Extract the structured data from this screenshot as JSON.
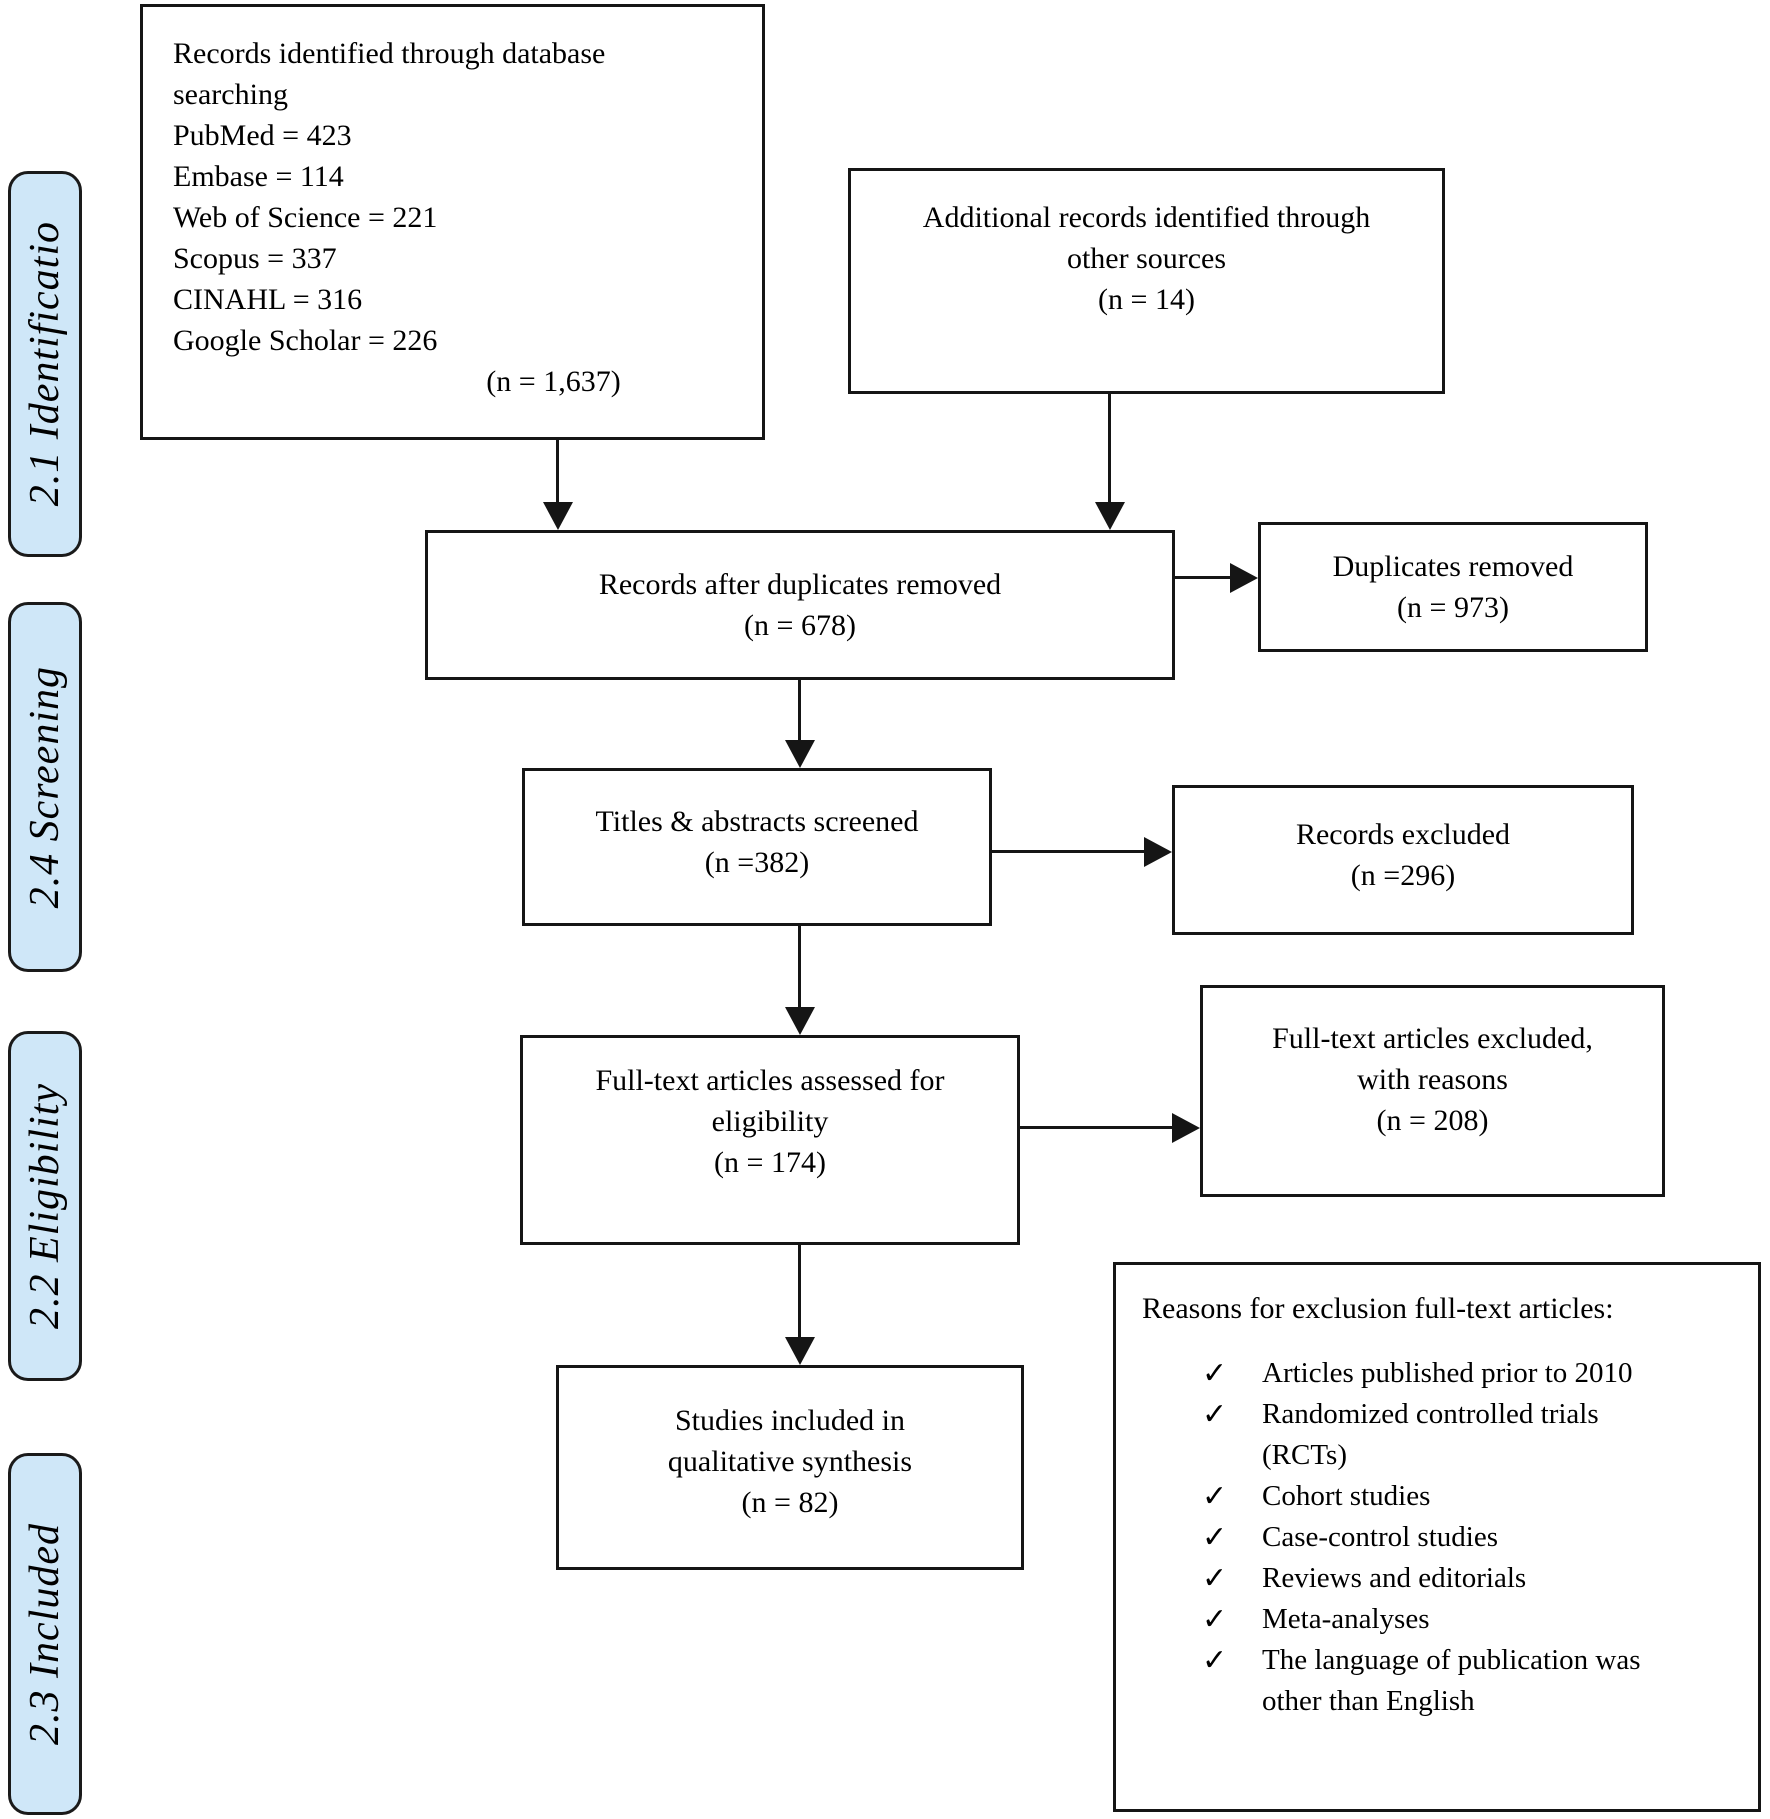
{
  "stages": [
    {
      "label": "2.1 Identificatio"
    },
    {
      "label": "2.4 Screening"
    },
    {
      "label": "2.2 Eligibility"
    },
    {
      "label": "2.3 Included"
    }
  ],
  "boxes": {
    "identified": {
      "title_lines": [
        "Records identified through database",
        "searching"
      ],
      "sources": [
        "PubMed = 423",
        "Embase = 114",
        "Web of Science = 221",
        "Scopus = 337",
        "CINAHL = 316",
        "Google Scholar = 226"
      ],
      "total": "(n = 1,637)"
    },
    "additional": {
      "lines": [
        "Additional records identified through",
        "other sources"
      ],
      "n": "(n = 14)"
    },
    "after_duplicates": {
      "lines": [
        "Records after duplicates removed"
      ],
      "n": "(n = 678)"
    },
    "duplicates_removed": {
      "lines": [
        "Duplicates removed"
      ],
      "n": "(n = 973)"
    },
    "titles_screened": {
      "lines": [
        "Titles & abstracts screened"
      ],
      "n": "(n =382)"
    },
    "records_excluded": {
      "lines": [
        "Records excluded"
      ],
      "n": "(n =296)"
    },
    "fulltext_assessed": {
      "lines": [
        "Full-text articles assessed for",
        "eligibility"
      ],
      "n": "(n = 174)"
    },
    "fulltext_excluded": {
      "lines": [
        "Full-text articles excluded,",
        "with reasons"
      ],
      "n": "(n = 208)"
    },
    "included_studies": {
      "lines": [
        "Studies included in",
        "qualitative synthesis"
      ],
      "n": "(n = 82)"
    },
    "reasons": {
      "title": "Reasons for exclusion full-text articles:",
      "check_glyph": "✓",
      "items": [
        [
          "Articles published prior to 2010"
        ],
        [
          "Randomized controlled trials",
          "(RCTs)"
        ],
        [
          "Cohort studies"
        ],
        [
          "Case-control studies"
        ],
        [
          "Reviews and editorials"
        ],
        [
          "Meta-analyses"
        ],
        [
          "The language of publication was",
          "other than English"
        ]
      ]
    }
  },
  "colors": {
    "stage_fill": "#cfe7f8",
    "box_border": "#151515",
    "background": "#ffffff"
  }
}
